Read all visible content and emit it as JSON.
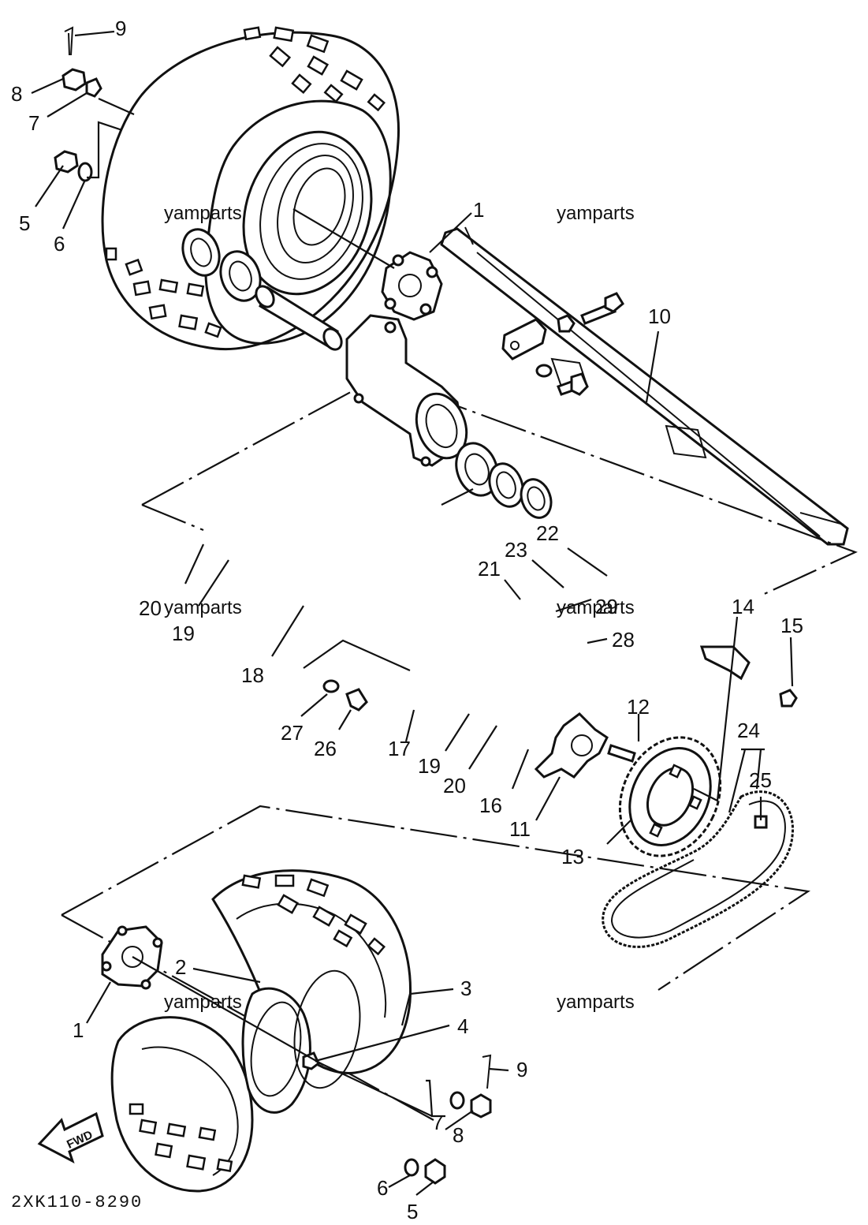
{
  "watermark": "yamparts",
  "drawing_code": "2XK110-8290",
  "fwd_label": "FWD",
  "callouts": {
    "c1_top": "1",
    "c1_bottom": "1",
    "c2": "2",
    "c3": "3",
    "c4": "4",
    "c5_top": "5",
    "c5_bottom": "5",
    "c6_top": "6",
    "c6_bottom": "6",
    "c7_top": "7",
    "c7_bottom": "7",
    "c8_top": "8",
    "c8_bottom": "8",
    "c9_top": "9",
    "c9_bottom": "9",
    "c10": "10",
    "c11": "11",
    "c12": "12",
    "c13": "13",
    "c14": "14",
    "c15": "15",
    "c16": "16",
    "c17": "17",
    "c18": "18",
    "c19_left": "19",
    "c19_mid": "19",
    "c20_left": "20",
    "c20_mid": "20",
    "c21": "21",
    "c22": "22",
    "c23": "23",
    "c24": "24",
    "c25": "25",
    "c26": "26",
    "c27": "27",
    "c28": "28",
    "c29": "29"
  }
}
